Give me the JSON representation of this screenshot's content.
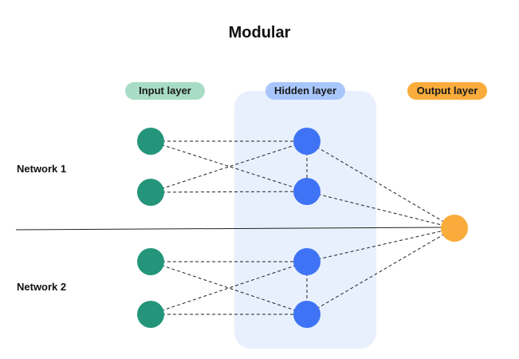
{
  "title": "Modular",
  "layers": {
    "input": {
      "label": "Input layer",
      "color": "#a8dcc6"
    },
    "hidden": {
      "label": "Hidden layer",
      "color": "#a8c6fb"
    },
    "output": {
      "label": "Output layer",
      "color": "#f9ac3b"
    }
  },
  "networks": [
    {
      "label": "Network 1"
    },
    {
      "label": "Network 2"
    }
  ],
  "node_colors": {
    "input": "#24957a",
    "hidden": "#3f73f6",
    "output": "#f9ac3b"
  },
  "hidden_panel_color": "#e8f0fd"
}
